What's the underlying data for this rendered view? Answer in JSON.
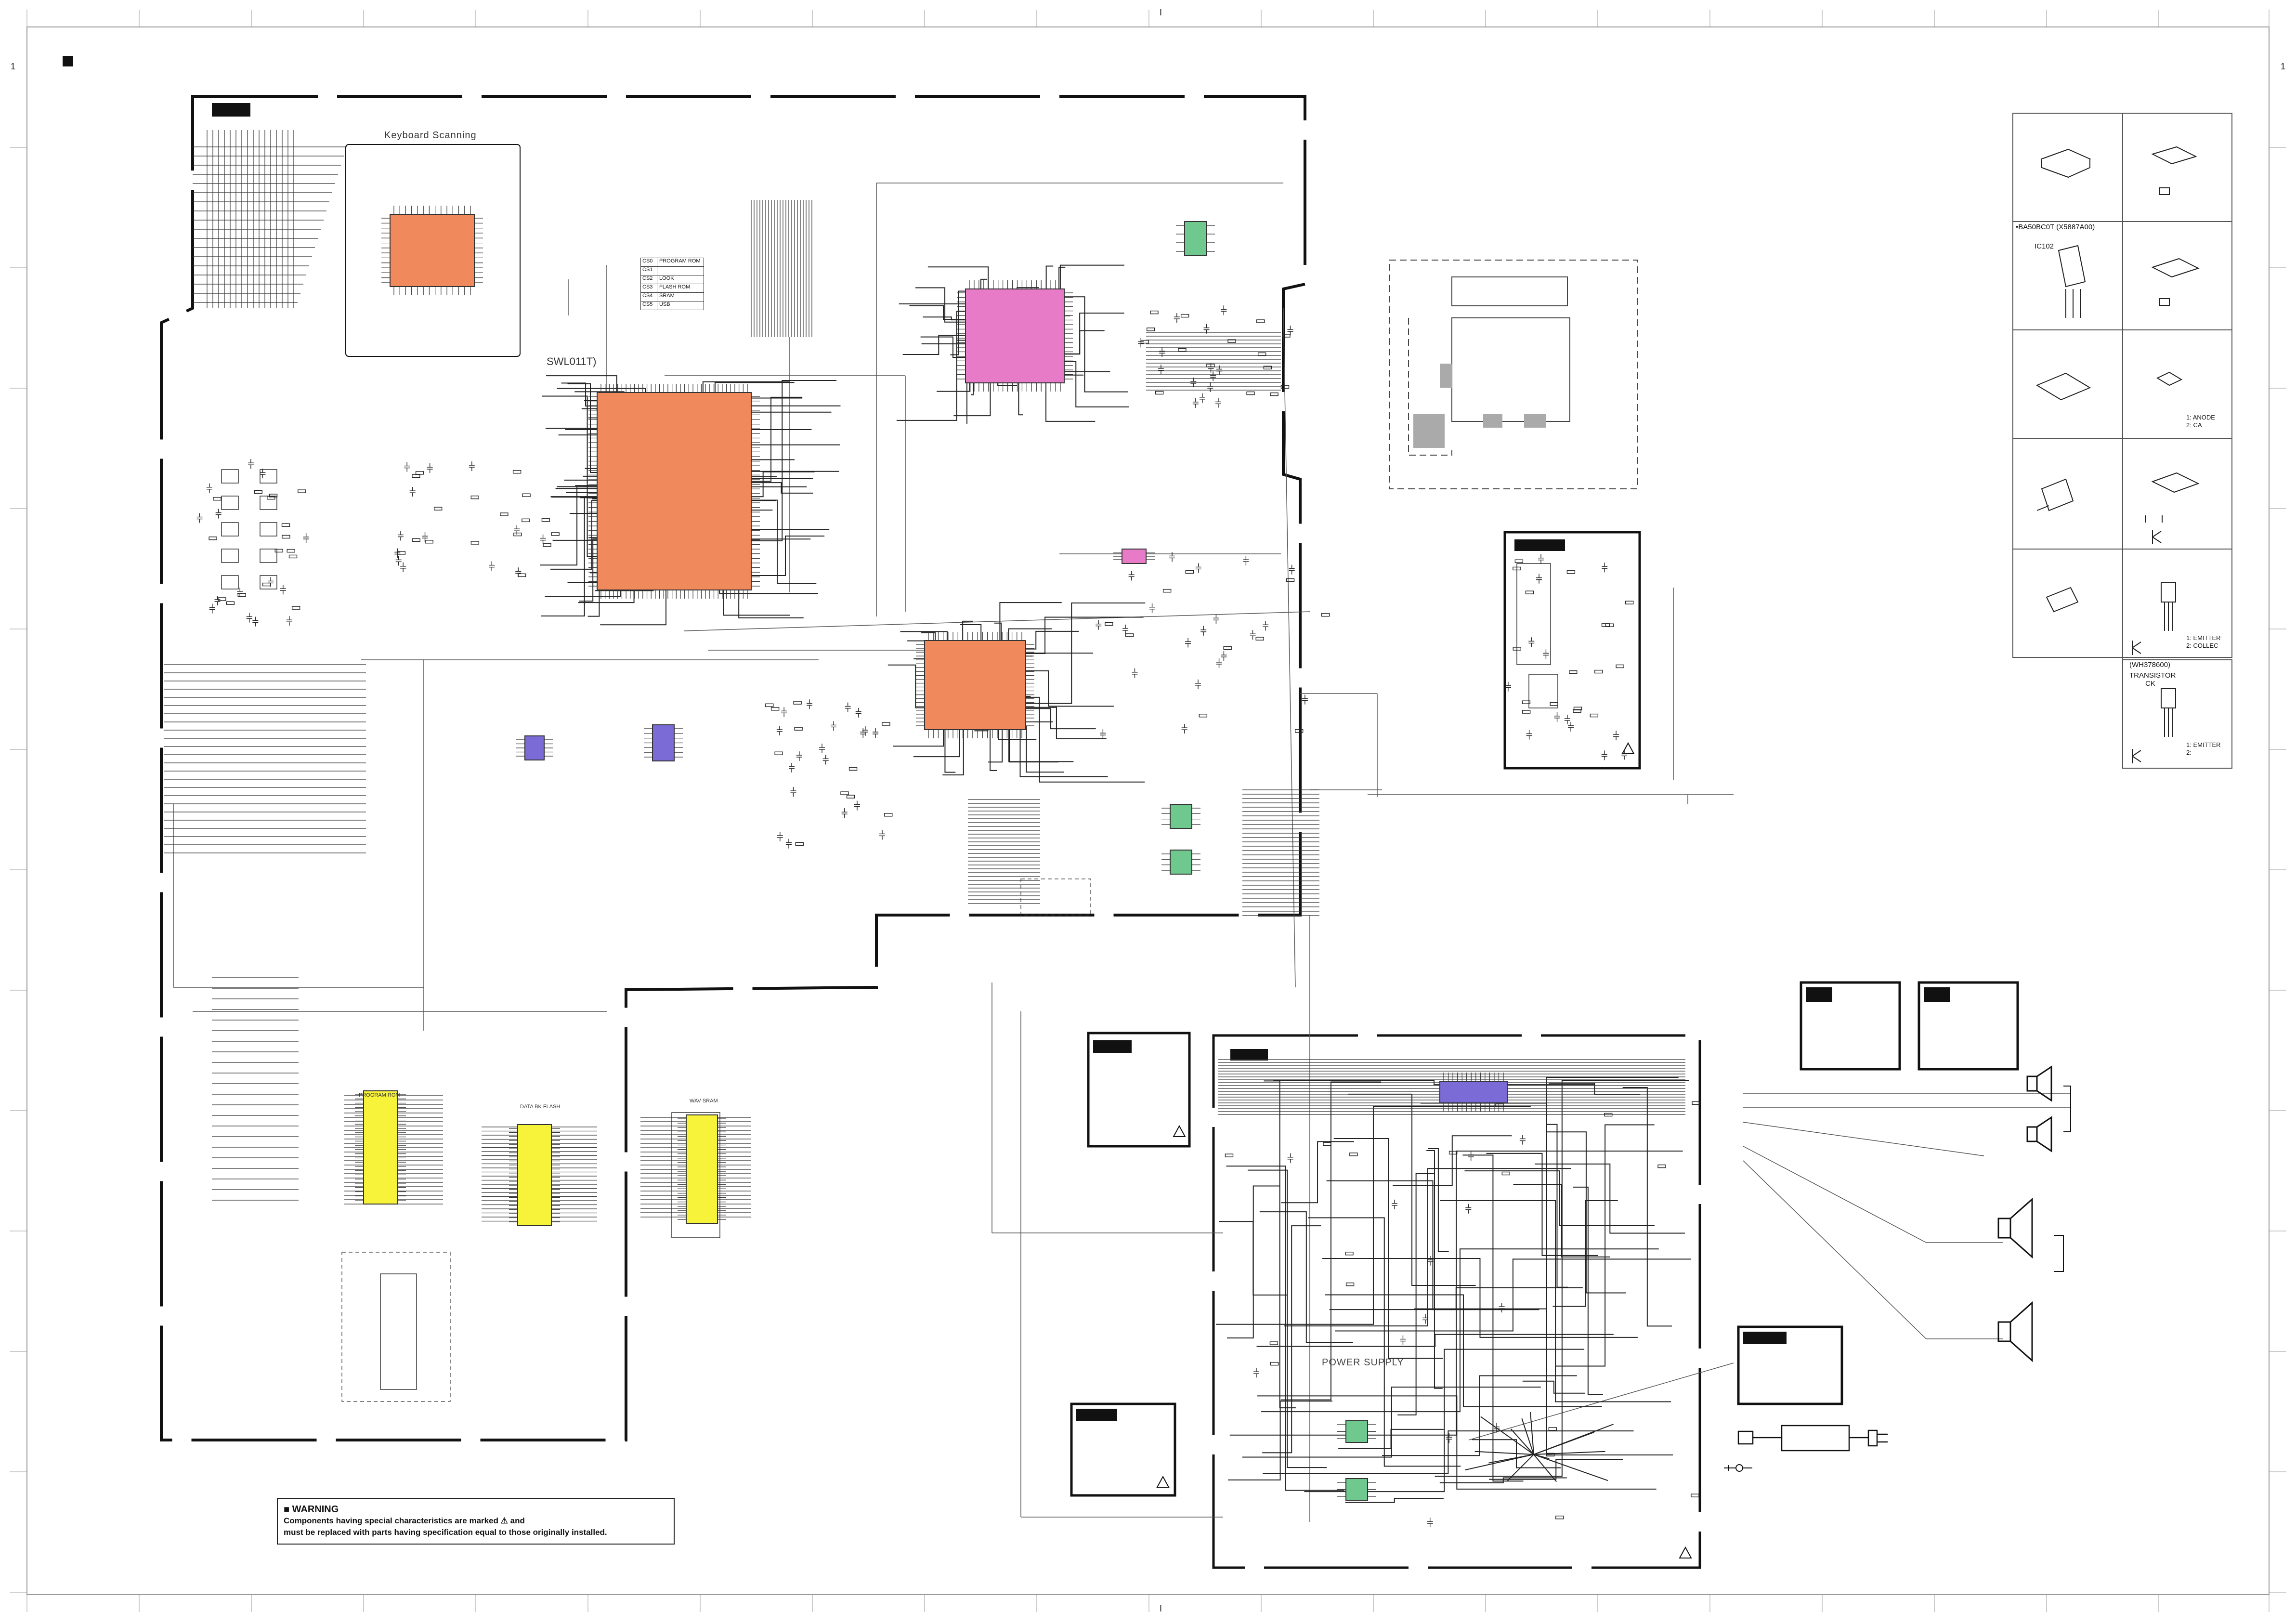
{
  "sheet": {
    "edge_left_number": "1",
    "edge_right_number": "1",
    "edge_top_mark": "I",
    "edge_bottom_mark": "I"
  },
  "keyboard_section": {
    "title": "Keyboard Scanning",
    "module_label": "SWL011T)"
  },
  "chip_select_table": [
    {
      "pin": "CS0",
      "device": "PROGRAM ROM"
    },
    {
      "pin": "CS1",
      "device": ""
    },
    {
      "pin": "CS2",
      "device": "LOOK"
    },
    {
      "pin": "CS3",
      "device": "FLASH ROM"
    },
    {
      "pin": "CS4",
      "device": "SRAM"
    },
    {
      "pin": "CS5",
      "device": "USB"
    }
  ],
  "memory_labels": {
    "program_rom": "PROGRAM ROM",
    "data_flash": "DATA BK FLASH",
    "sram": "WAV SRAM"
  },
  "power_supply_label": "POWER SUPPLY",
  "parts_legend": {
    "regulator_title": "•BA50BC0T (X5887A00)",
    "regulator_ref": "IC102",
    "diode_pins": [
      "1: ANODE",
      "2: CA"
    ],
    "transistor_pins": [
      "1: EMITTER",
      "2: COLLEC"
    ],
    "transistor_part": "(WH378600)",
    "transistor_heading": "TRANSISTOR",
    "transistor_suffix": "CK",
    "transistor2_pins": [
      "1: EMITTER",
      "2:"
    ]
  },
  "warning": {
    "title": "■ WARNING",
    "line1": "Components having special characteristics are marked ⚠ and",
    "line2": "must be replaced with parts having specification equal to those originally installed."
  },
  "colors": {
    "ic_orange": "#f08a5d",
    "ic_pink": "#e87bc8",
    "ic_yellow": "#f7f23a",
    "ic_purple": "#7b6bd6",
    "ic_green": "#6fc98f",
    "wire": "#222222",
    "grey_wire": "#555555"
  }
}
